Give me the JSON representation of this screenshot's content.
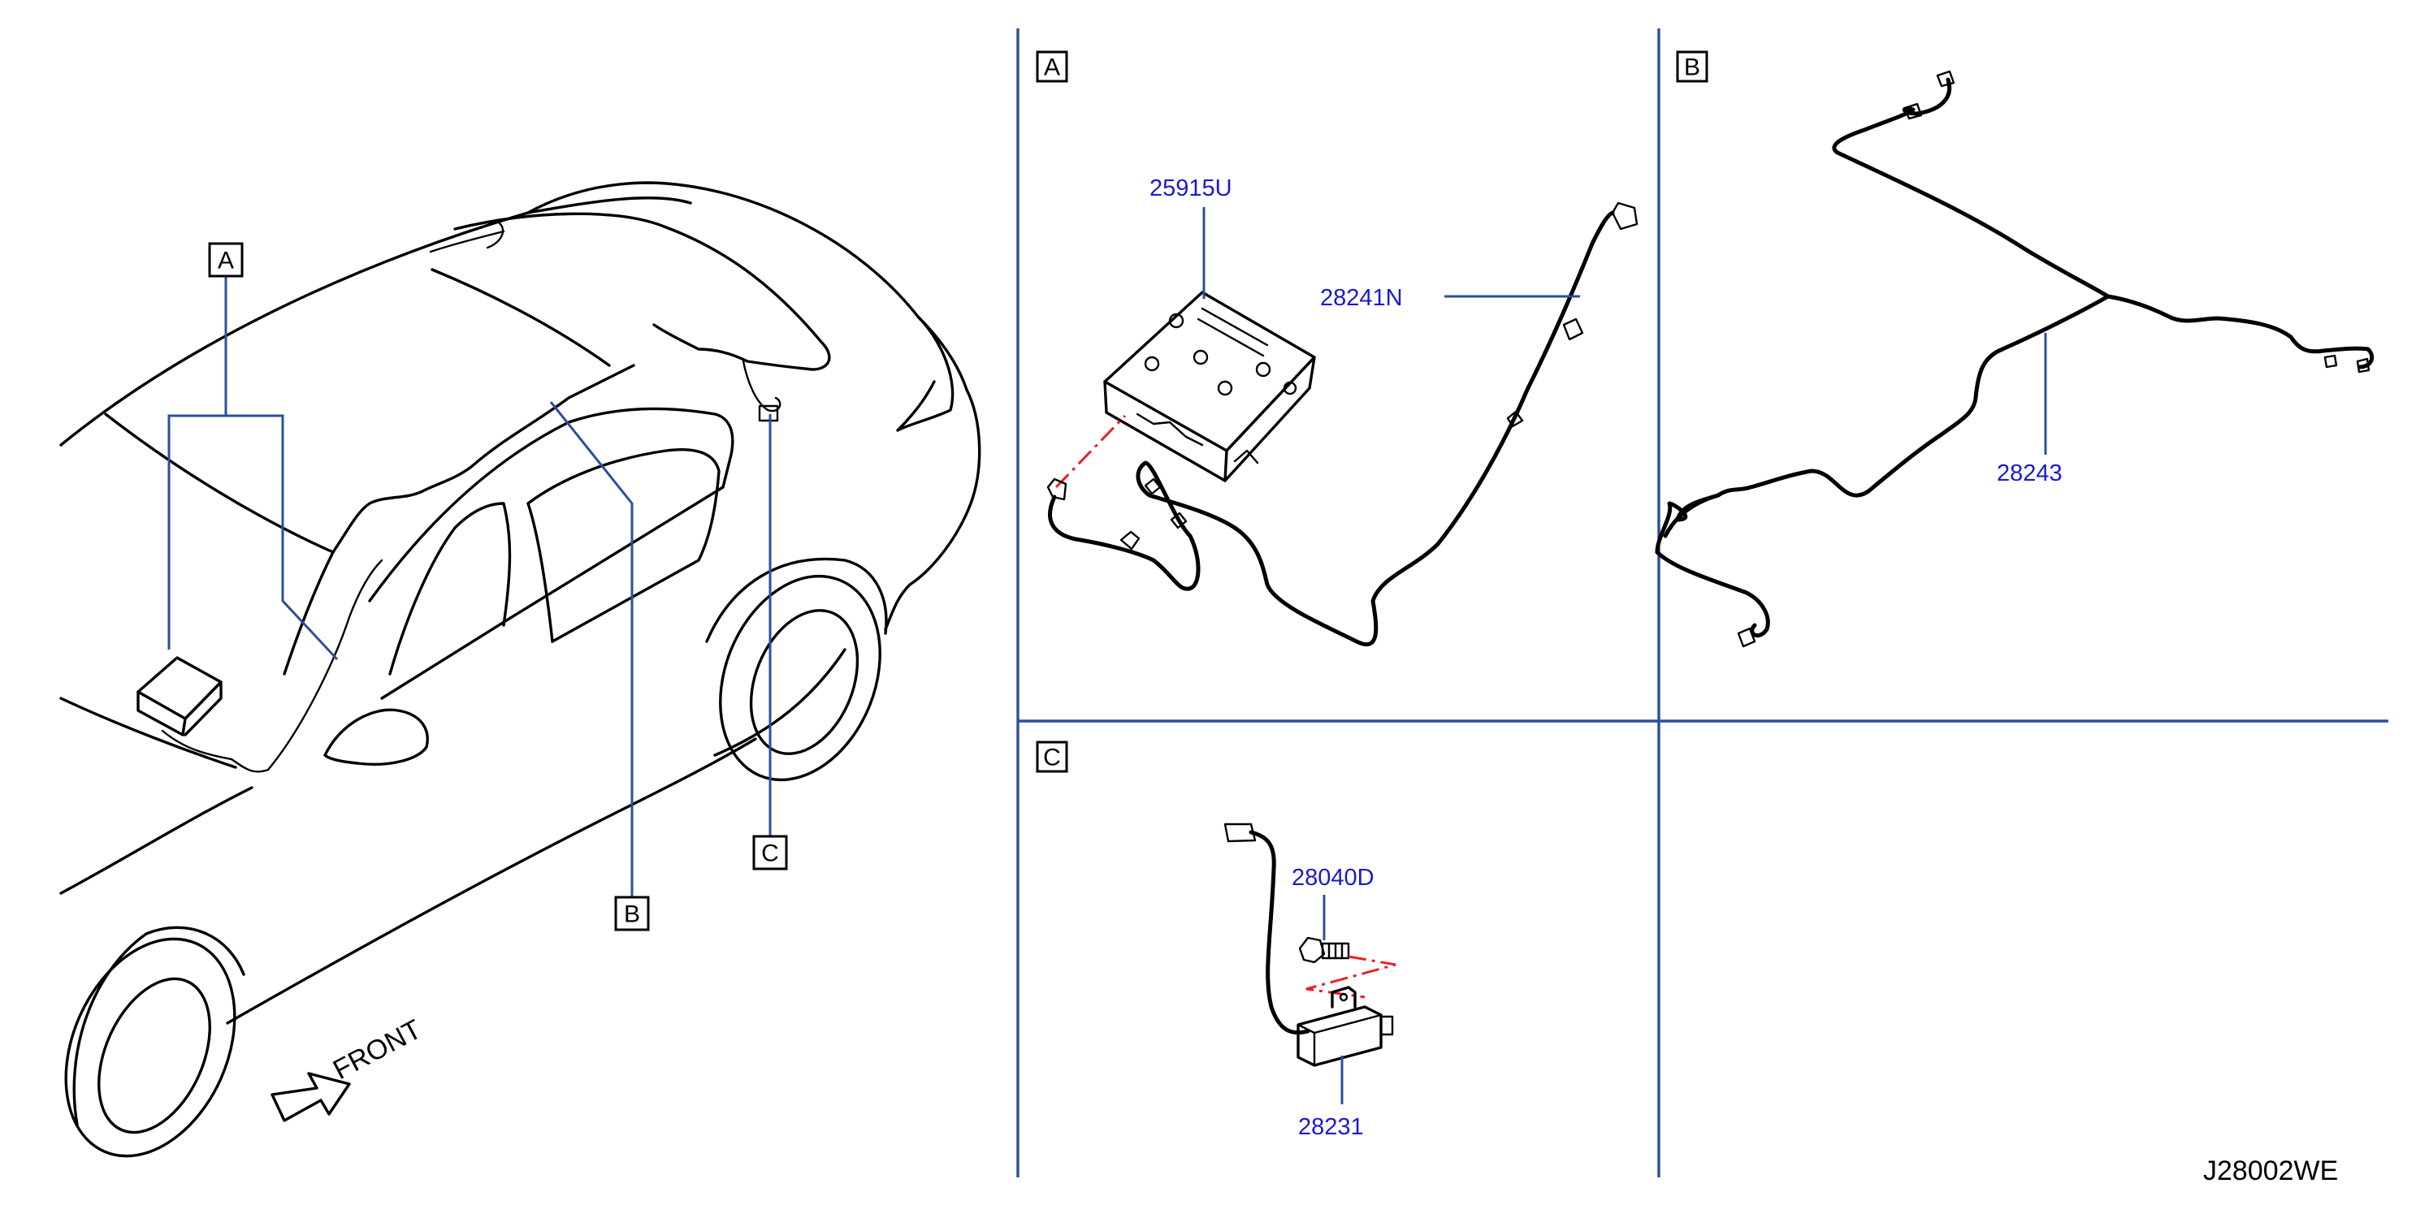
{
  "diagram_code": "J28002WE",
  "front_label": "FRONT",
  "callouts": {
    "a": "A",
    "b": "B",
    "c": "C"
  },
  "part_numbers": {
    "control_unit": "25915U",
    "feeder_harness": "28241N",
    "roof_harness": "28243",
    "bolt": "28040D",
    "antenna_module": "28231"
  },
  "colors": {
    "leader": "#2a4f9c",
    "part_text": "#1a1ad0",
    "dash": "#e8202a"
  }
}
